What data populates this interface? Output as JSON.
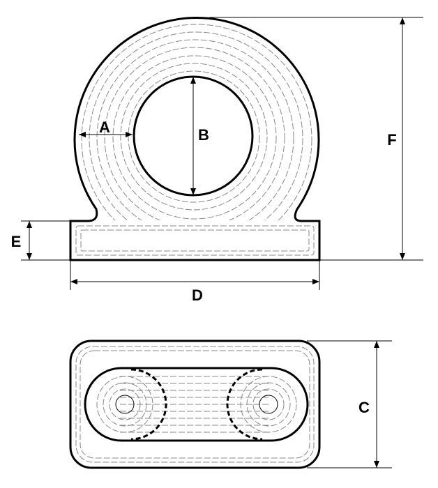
{
  "diagram": {
    "labels": {
      "a": "A",
      "b": "B",
      "c": "C",
      "d": "D",
      "e": "E",
      "f": "F"
    },
    "colors": {
      "line": "#000000",
      "hidden_line": "#888888"
    }
  }
}
